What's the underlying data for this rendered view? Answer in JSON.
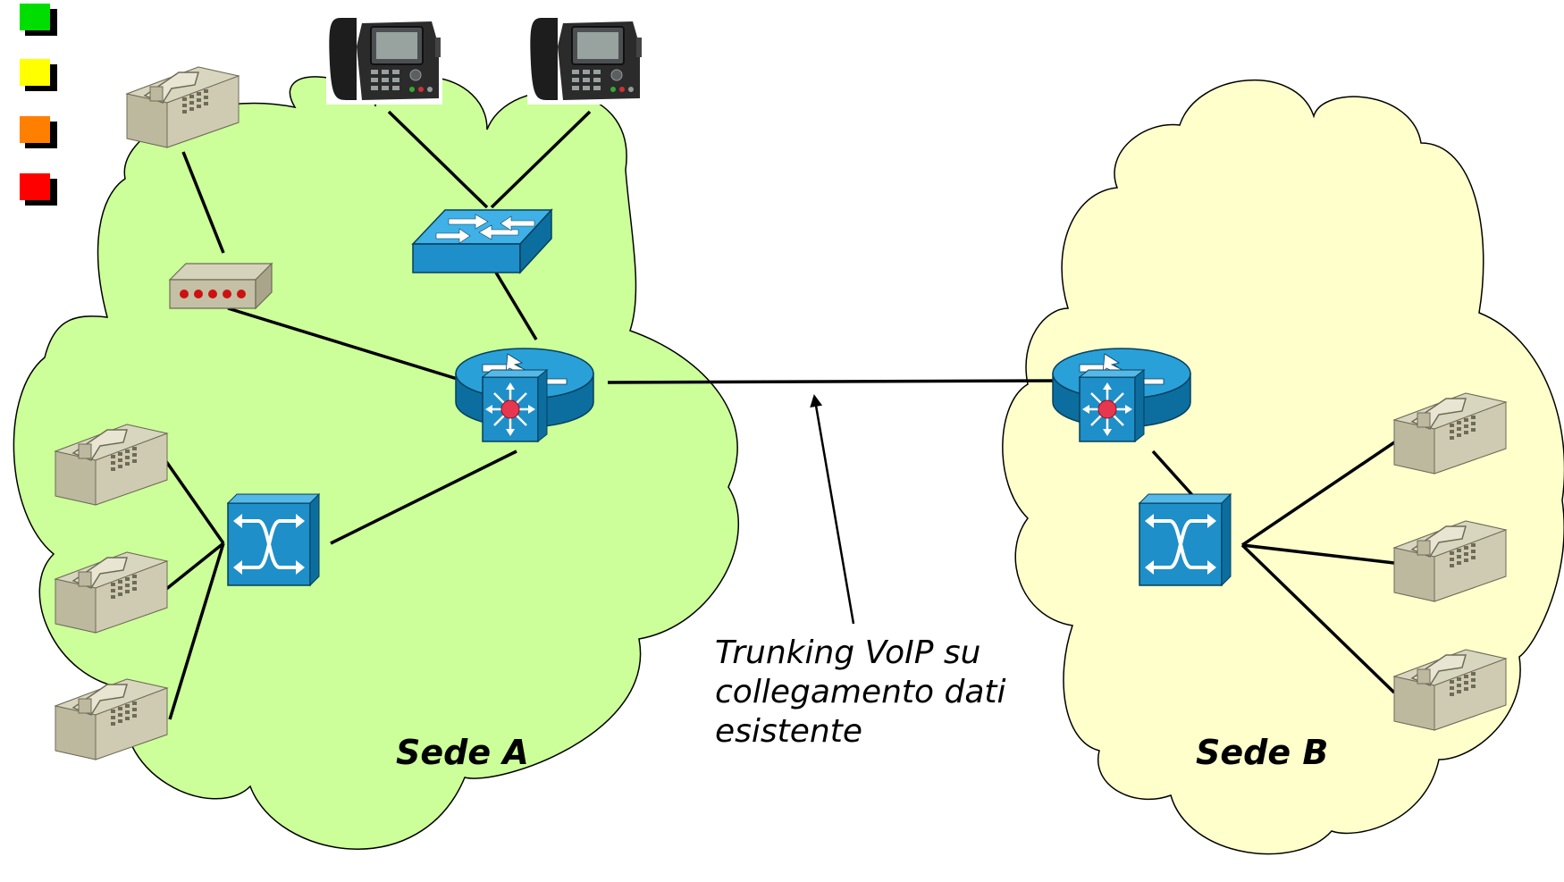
{
  "legend": {
    "squares": [
      {
        "name": "legend-square-green",
        "color": "#00dd00"
      },
      {
        "name": "legend-square-yellow",
        "color": "#ffff00"
      },
      {
        "name": "legend-square-orange",
        "color": "#ff7f00"
      },
      {
        "name": "legend-square-red",
        "color": "#ff0000"
      }
    ]
  },
  "sites": {
    "a": {
      "label": "Sede A",
      "color": "#ccff99"
    },
    "b": {
      "label": "Sede B",
      "color": "#ffffcc"
    }
  },
  "annotation": {
    "lines": [
      "Trunking VoIP su",
      "collegamento dati",
      "esistente"
    ]
  },
  "icons": {
    "analog_phone": "analog-phone-icon",
    "ip_phone": "ip-phone-icon",
    "router_voice": "voice-router-icon",
    "workgroup_switch": "workgroup-switch-icon",
    "atm_switch": "atm-switch-icon",
    "modem": "modem-icon"
  },
  "colors": {
    "device_blue": "#1e8fc8",
    "device_blue_dark": "#0a5f8f",
    "phone_gray": "#c8c4aa"
  }
}
